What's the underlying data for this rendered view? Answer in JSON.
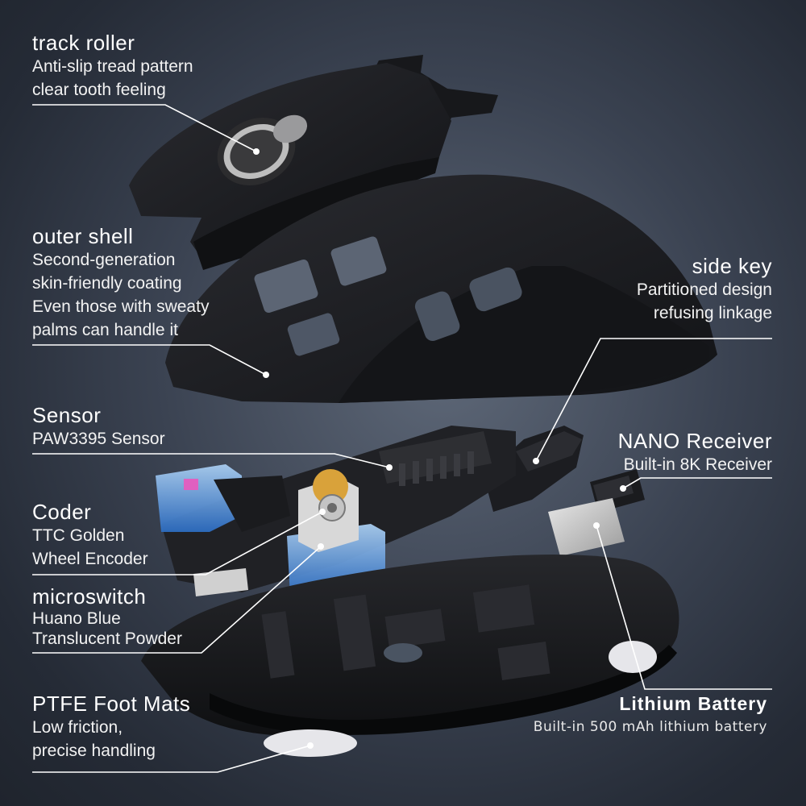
{
  "callouts": {
    "track_roller": {
      "title": "track roller",
      "lines": [
        "Anti-slip tread pattern",
        "clear tooth feeling"
      ]
    },
    "outer_shell": {
      "title": "outer shell",
      "lines": [
        "Second-generation",
        "skin-friendly coating",
        "Even those with sweaty",
        "palms can handle it"
      ]
    },
    "side_key": {
      "title": "side key",
      "lines": [
        "Partitioned design",
        "refusing linkage"
      ]
    },
    "sensor": {
      "title": "Sensor",
      "lines": [
        "PAW3395 Sensor"
      ]
    },
    "nano_receiver": {
      "title": "NANO Receiver",
      "lines": [
        "Built-in 8K Receiver"
      ]
    },
    "coder": {
      "title": "Coder",
      "lines": [
        "TTC Golden",
        "Wheel Encoder"
      ]
    },
    "microswitch": {
      "title": "microswitch",
      "lines": [
        "Huano Blue",
        "Translucent Powder"
      ]
    },
    "ptfe": {
      "title": "PTFE Foot Mats",
      "lines": [
        "Low friction,",
        "precise handling"
      ]
    },
    "battery": {
      "title": "Lithium Battery",
      "lines": [
        "Built-in 500 mAh lithium battery"
      ]
    }
  },
  "colors": {
    "background": "#2a303b",
    "shell": "#1b1c20",
    "switch_blue": "#3b7fd0",
    "encoder_gold": "#d9a23a",
    "leader_line": "#ffffff"
  }
}
